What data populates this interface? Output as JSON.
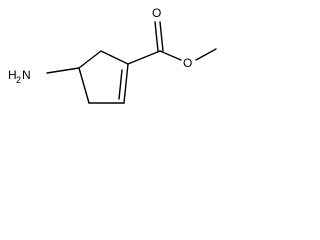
{
  "structure": {
    "atoms": {
      "carbonyl_oxygen": "O",
      "ester_oxygen": "O",
      "amine_group": "H",
      "amine_element": "N",
      "amine_subscript": "2"
    },
    "colors": {
      "bond": "#000000",
      "text": "#000000",
      "background": "#ffffff"
    }
  }
}
